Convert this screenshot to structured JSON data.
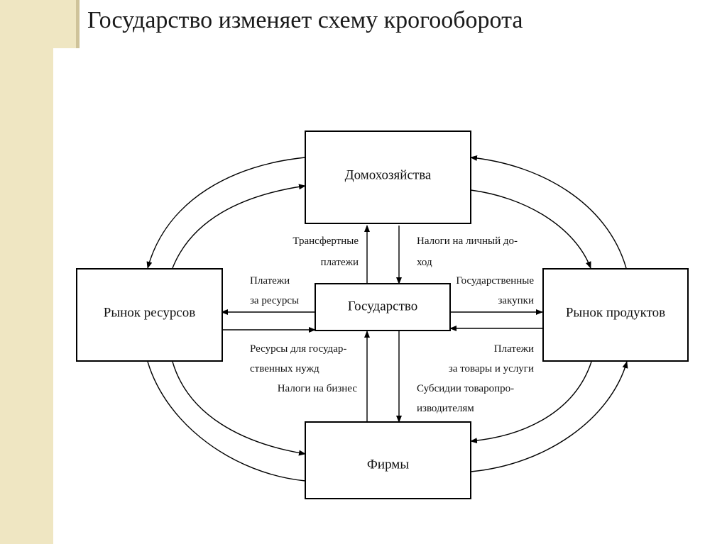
{
  "slide": {
    "title": "Государство изменяет схему крогооборота"
  },
  "nodes": {
    "households": "Домохозяйства",
    "resource_market": "Рынок ресурсов",
    "government": "Государство",
    "product_market": "Рынок продуктов",
    "firms": "Фирмы"
  },
  "flow_labels": {
    "transfer_payments_1": "Трансфертные",
    "transfer_payments_2": "платежи",
    "income_tax_1": "Налоги на личный до-",
    "income_tax_2": "ход",
    "resource_payments_1": "Платежи",
    "resource_payments_2": "за ресурсы",
    "gov_purchases_1": "Государственные",
    "gov_purchases_2": "закупки",
    "gov_resources_1": "Ресурсы для государ-",
    "gov_resources_2": "ственных нужд",
    "business_tax": "Налоги на бизнес",
    "goods_payments_1": "Платежи",
    "goods_payments_2": "за товары и услуги",
    "subsidies_1": "Субсидии товаропро-",
    "subsidies_2": "изводителям"
  }
}
